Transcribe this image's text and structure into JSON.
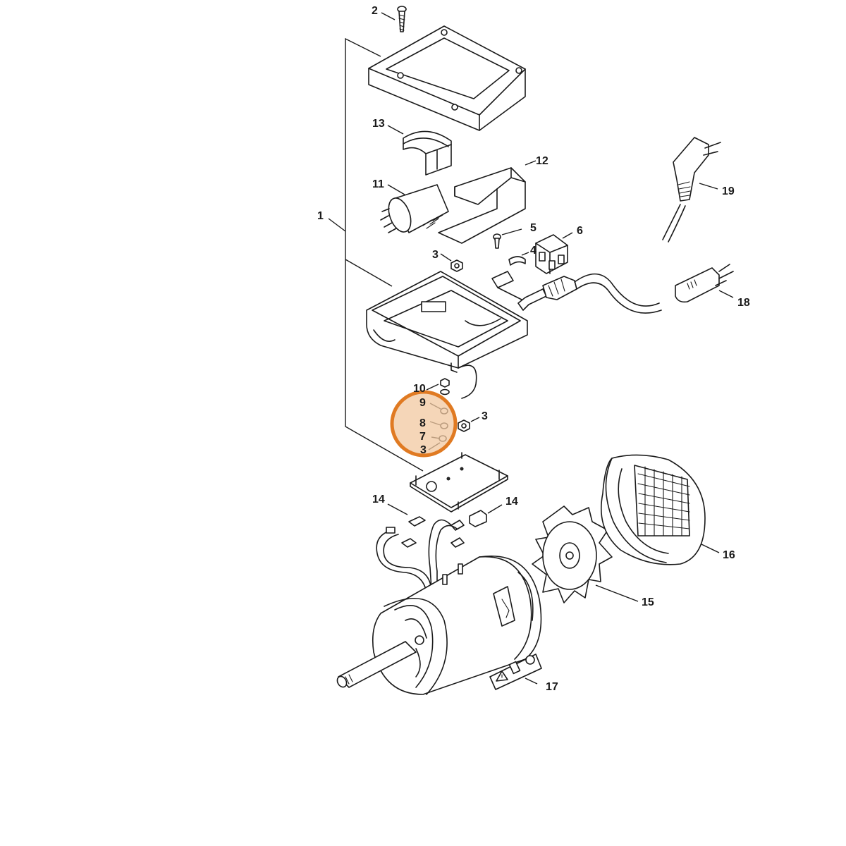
{
  "callouts": {
    "c1": "1",
    "c2": "2",
    "c3a": "3",
    "c3b": "3",
    "c3c": "3",
    "c4": "4",
    "c5": "5",
    "c6": "6",
    "c7": "7",
    "c8": "8",
    "c9": "9",
    "c10": "10",
    "c11": "11",
    "c12": "12",
    "c13": "13",
    "c14a": "14",
    "c14b": "14",
    "c15": "15",
    "c16": "16",
    "c17": "17",
    "c18": "18",
    "c19": "19"
  },
  "colors": {
    "line": "#1a1a1a",
    "background": "#ffffff",
    "highlight_fill": "#f2c8a0",
    "highlight_stroke": "#e07a22"
  },
  "icons": {
    "warning": "warning-triangle-icon",
    "book": "manual-book-icon",
    "plug": "mains-plug-icon"
  }
}
